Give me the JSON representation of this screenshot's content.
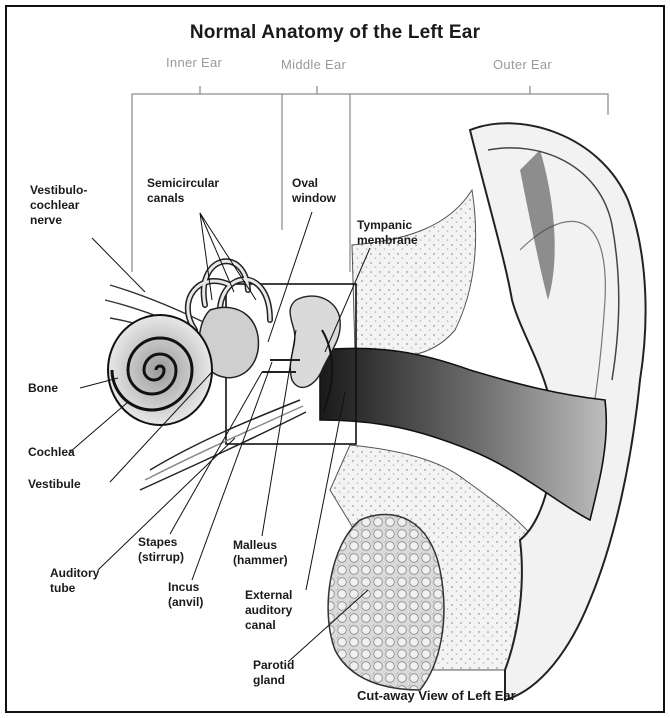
{
  "title": "Normal Anatomy of the Left Ear",
  "regions": {
    "inner": "Inner Ear",
    "middle": "Middle Ear",
    "outer": "Outer Ear"
  },
  "labels": {
    "vestibulocochlear_nerve": "Vestibulo-\ncochlear\nnerve",
    "semicircular_canals": "Semicircular\ncanals",
    "oval_window": "Oval\nwindow",
    "tympanic_membrane": "Tympanic\nmembrane",
    "bone": "Bone",
    "cochlea": "Cochlea",
    "vestibule": "Vestibule",
    "stapes": "Stapes\n(stirrup)",
    "malleus": "Malleus\n(hammer)",
    "auditory_tube": "Auditory\ntube",
    "incus": "Incus\n(anvil)",
    "external_auditory_canal": "External\nauditory\ncanal",
    "parotid_gland": "Parotid\ngland"
  },
  "subtitle": "Cut-away View of Left Ear"
}
